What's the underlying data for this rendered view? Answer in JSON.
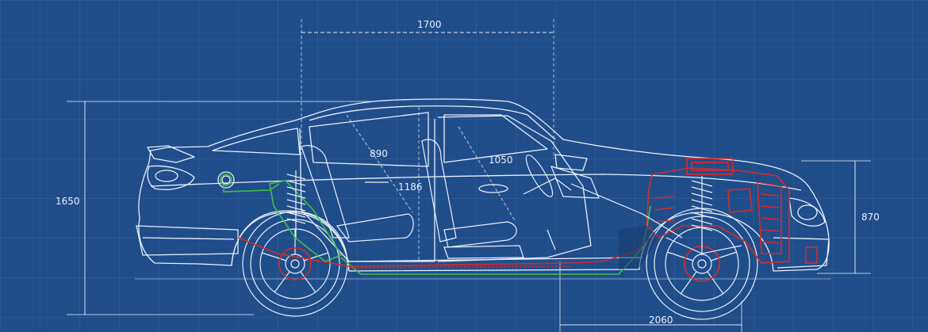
{
  "dimensions": {
    "top": "1700",
    "height_total": "1650",
    "height_front": "870",
    "wheelbase": "2060",
    "seat_rear": "890",
    "seat_front": "1050",
    "cabin_height": "1186"
  },
  "colors": {
    "background": "#1f4d8a",
    "grid": "#2f5e9b",
    "line": "#e6eef8",
    "rear_system": "#3fbf4b",
    "front_system": "#d62a2a",
    "floor_pipe": "#d62a2a"
  }
}
